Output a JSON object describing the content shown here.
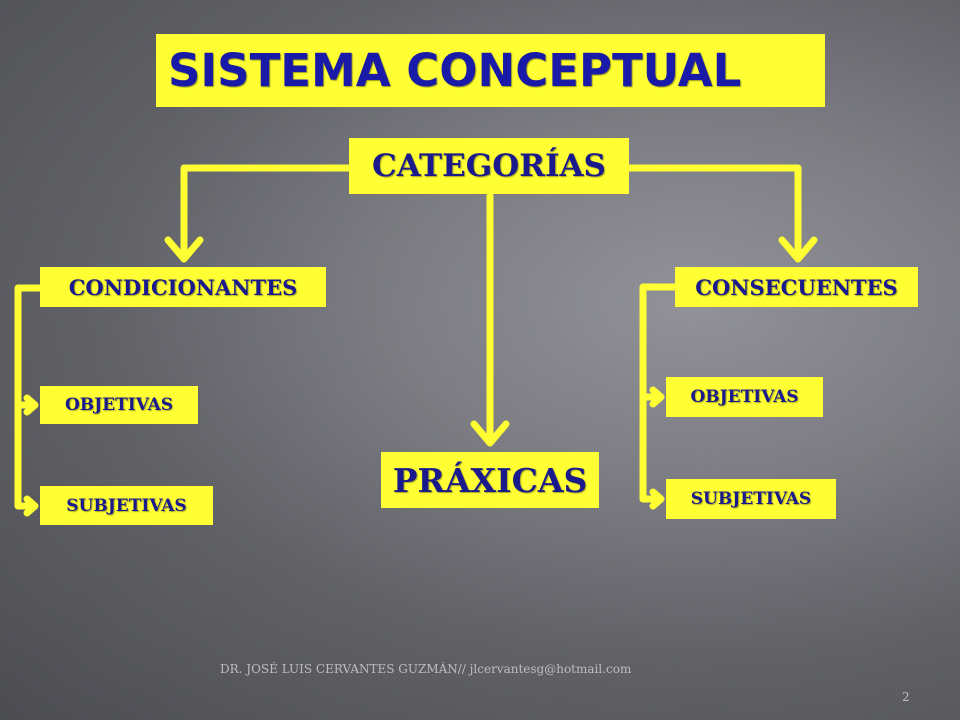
{
  "slide": {
    "title": "SISTEMA CONCEPTUAL",
    "root": "CATEGORÍAS",
    "left_branch": {
      "label": "CONDICIONANTES",
      "children": [
        "OBJETIVAS",
        "SUBJETIVAS"
      ]
    },
    "center_branch": {
      "label": "PRÁXICAS"
    },
    "right_branch": {
      "label": "CONSECUENTES",
      "children": [
        "OBJETIVAS",
        "SUBJETIVAS"
      ]
    },
    "footer": "DR. JOSÉ LUIS CERVANTES GUZMÁN// jlcervantesg@hotmail.com",
    "page_number": "2"
  },
  "colors": {
    "box_fill": "#ffff33",
    "box_text": "#1a1a8c",
    "connector": "#ffff33",
    "background": "#6d6e73"
  }
}
